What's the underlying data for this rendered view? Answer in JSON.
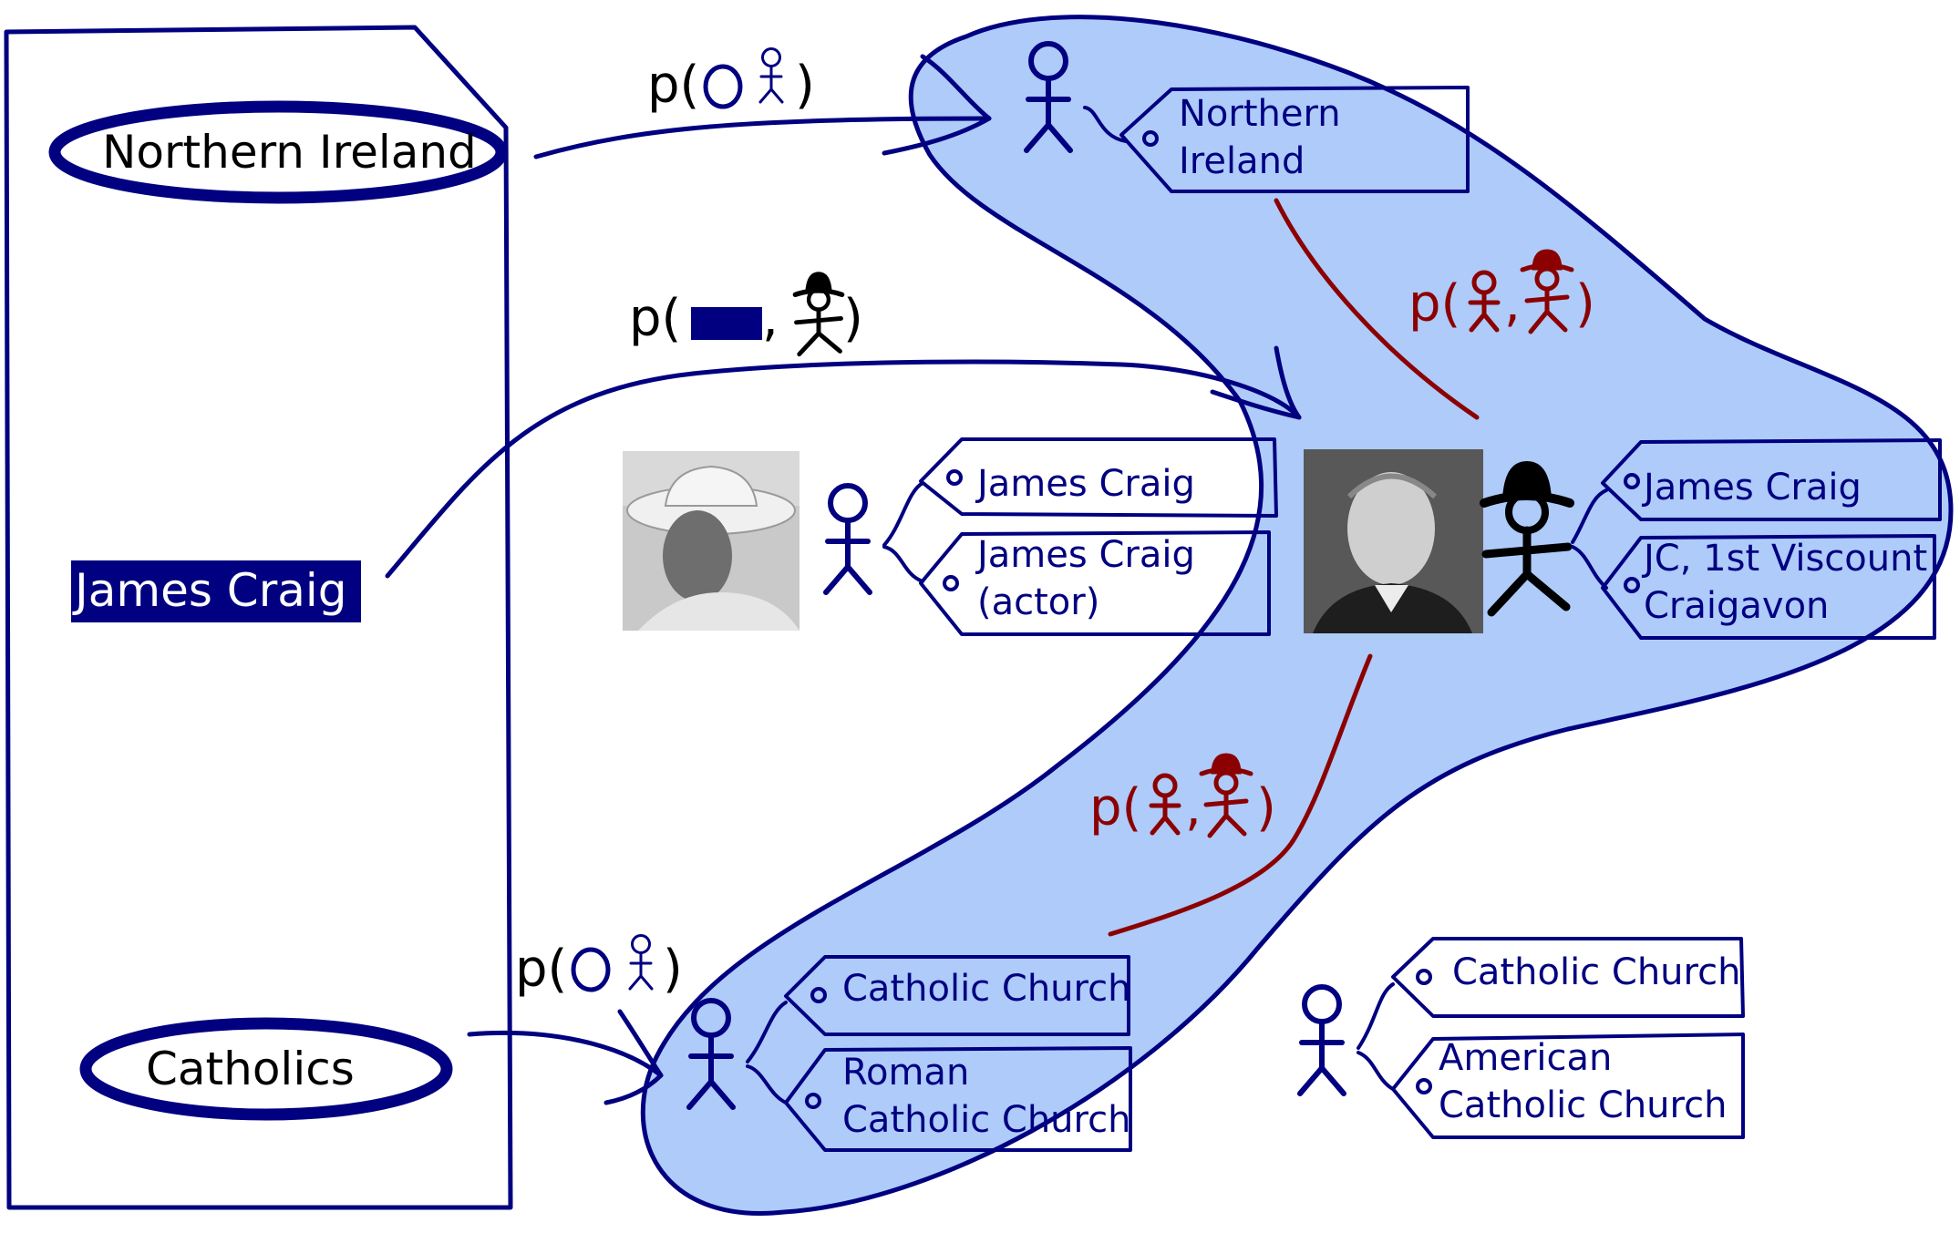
{
  "colors": {
    "navy": "#000080",
    "dark_red": "#8b0000",
    "region_fill": "#aecbfa",
    "text": "#000000"
  },
  "document": {
    "mentions": [
      {
        "id": "ni",
        "text": "Northern Ireland",
        "marker": "oval-outline"
      },
      {
        "id": "jc",
        "text": "James Craig",
        "marker": "filled-highlight"
      },
      {
        "id": "cath",
        "text": "Catholics",
        "marker": "oval-outline"
      }
    ]
  },
  "formulas": {
    "mention_ni": {
      "prefix": "p(",
      "suffix": ")",
      "icons": [
        "oval-icon",
        "stick-figure-icon"
      ]
    },
    "mention_jc": {
      "prefix": "p(",
      "suffix": ")",
      "icons": [
        "filled-rect-icon",
        "hat-figure-icon"
      ]
    },
    "mention_cath": {
      "prefix": "p(",
      "suffix": ")",
      "icons": [
        "oval-icon",
        "stick-figure-icon"
      ]
    },
    "pair_ni_jc": {
      "prefix": "p(",
      "suffix": ")",
      "icons": [
        "stick-figure-icon",
        "hat-figure-icon"
      ]
    },
    "pair_cath_jc": {
      "prefix": "p(",
      "suffix": ")",
      "icons": [
        "stick-figure-icon",
        "hat-figure-icon"
      ]
    }
  },
  "entities": [
    {
      "id": "northern-ireland",
      "icon": "stick-figure-icon",
      "in_region": true,
      "photo": null,
      "tags": [
        [
          "Northern",
          "Ireland"
        ]
      ]
    },
    {
      "id": "james-craig-actor",
      "icon": "stick-figure-icon",
      "in_region": false,
      "photo": "cowboy-hat-man-photo",
      "tags": [
        [
          "James Craig"
        ],
        [
          "James Craig",
          "(actor)"
        ]
      ]
    },
    {
      "id": "james-craig-viscount",
      "icon": "hat-figure-icon",
      "in_region": true,
      "photo": "suited-man-portrait-photo",
      "tags": [
        [
          "James Craig"
        ],
        [
          "JC, 1st Viscount",
          "Craigavon"
        ]
      ]
    },
    {
      "id": "catholic-church",
      "icon": "stick-figure-icon",
      "in_region": true,
      "photo": null,
      "tags": [
        [
          "Catholic Church"
        ],
        [
          "Roman",
          "Catholic Church"
        ]
      ]
    },
    {
      "id": "american-catholic-church",
      "icon": "stick-figure-icon",
      "in_region": false,
      "photo": null,
      "tags": [
        [
          "Catholic Church"
        ],
        [
          "American",
          "Catholic Church"
        ]
      ]
    }
  ]
}
